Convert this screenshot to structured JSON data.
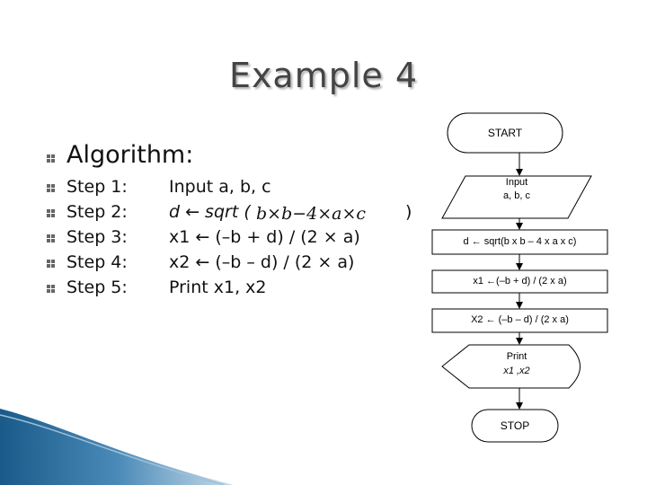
{
  "slide": {
    "title": "Example 4"
  },
  "algorithm": {
    "heading": "Algorithm:",
    "steps": [
      {
        "label": "Step 1:",
        "text": "Input a, b, c"
      },
      {
        "label": "Step 2:",
        "text_prefix": "d ← sqrt (",
        "formula": "b×b−4×a×c",
        "text_suffix": ")"
      },
      {
        "label": "Step 3:",
        "text": "x1 ← (–b + d) / (2 × a)"
      },
      {
        "label": "Step 4:",
        "text": "x2 ← (–b – d) / (2 × a)"
      },
      {
        "label": "Step 5:",
        "text": "Print x1, x2"
      }
    ]
  },
  "flowchart": {
    "start": "START",
    "input_line1": "Input",
    "input_line2": "a, b, c",
    "process_d": "d ← sqrt(b x b – 4 x a x c)",
    "process_x1": "x1 ←(–b + d) / (2 x a)",
    "process_x2": "X2 ← (–b – d) / (2 x a)",
    "print_line1": "Print",
    "print_line2": "x1 ,x2",
    "stop": "STOP"
  }
}
